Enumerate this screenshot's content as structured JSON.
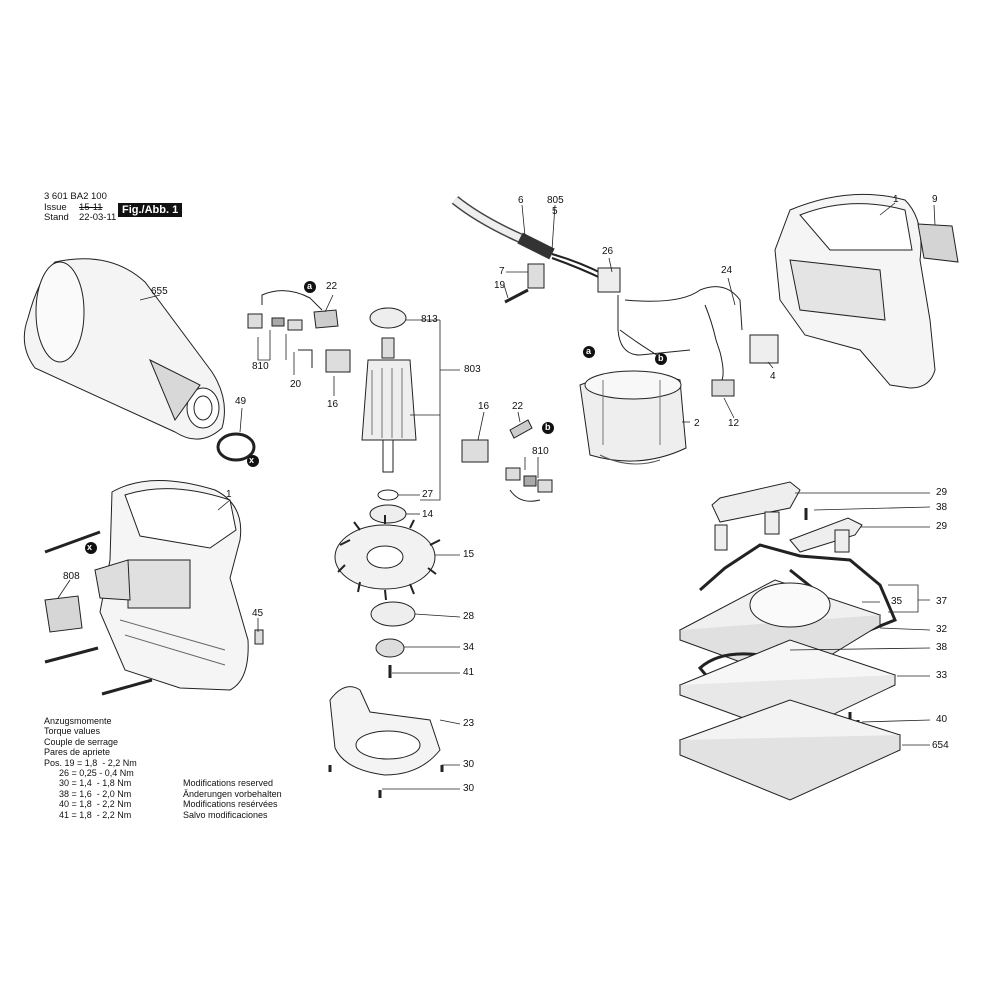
{
  "header": {
    "part_number": "3 601 BA2 100",
    "issue_label": "Issue",
    "stand_label": "Stand",
    "issue_date": "15-11",
    "stand_date": "22-03-11",
    "figure_label": "Fig./Abb. 1"
  },
  "part_labels": {
    "p655": "655",
    "p49": "49",
    "px1": "x",
    "p1a": "1",
    "px2": "x",
    "p808": "808",
    "p45": "45",
    "p22a": "22",
    "pa1": "a",
    "p810a": "810",
    "p20": "20",
    "p16a": "16",
    "p813": "813",
    "p803": "803",
    "p27": "27",
    "p14": "14",
    "p15": "15",
    "p28": "28",
    "p34": "34",
    "p41": "41",
    "p23": "23",
    "p30a": "30",
    "p30b": "30",
    "p16b": "16",
    "p22b": "22",
    "pb1": "b",
    "p810b": "810",
    "p6": "6",
    "p805": "805",
    "p5": "5",
    "p7": "7",
    "p19": "19",
    "p26": "26",
    "p24": "24",
    "p4": "4",
    "p12": "12",
    "p2": "2",
    "pa2": "a",
    "pb2": "b",
    "p1b": "1",
    "p9": "9",
    "p29a": "29",
    "p38a": "38",
    "p29b": "29",
    "p35": "35",
    "p37": "37",
    "p32": "32",
    "p38b": "38",
    "p33": "33",
    "p40": "40",
    "p654": "654"
  },
  "torque": {
    "title_de": "Anzugsmomente",
    "title_en": "Torque values",
    "title_fr": "Couple de serrage",
    "title_es": "Pares de apriete",
    "rows": [
      "Pos. 19 = 1,8  - 2,2 Nm",
      "      26 = 0,25 - 0,4 Nm",
      "      30 = 1,4  - 1,8 Nm",
      "      38 = 1,6  - 2,0 Nm",
      "      40 = 1,8  - 2,2 Nm",
      "      41 = 1,8  - 2,2 Nm"
    ]
  },
  "modifications": {
    "en": "Modifications reserved",
    "de": "Änderungen vorbehalten",
    "fr": "Modifications resérvées",
    "es": "Salvo modificaciones"
  }
}
